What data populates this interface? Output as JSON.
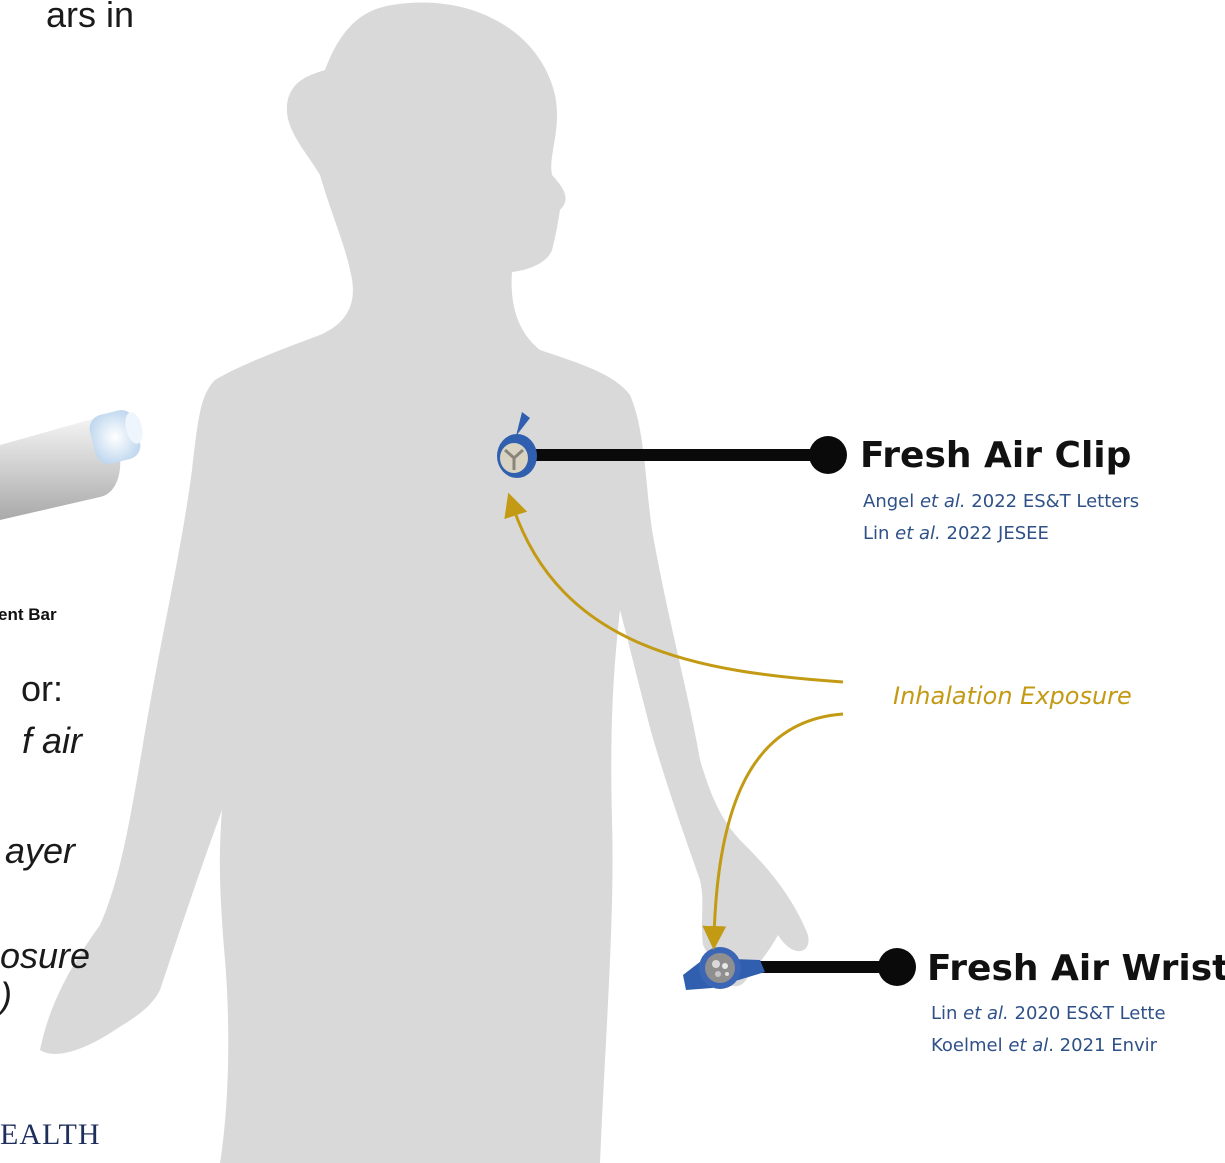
{
  "left_column": {
    "top_fragment": "ars in",
    "tube_label": "ent Bar",
    "line1": "or:",
    "line2": "f air",
    "line3": "ayer",
    "line4": "osure",
    "line5": ")",
    "brand_fragment": "EALTH"
  },
  "devices": [
    {
      "name": "Fresh Air Clip",
      "citations": [
        {
          "author": "Angel",
          "etal": "et al.",
          "rest": " 2022 ES&T Letters"
        },
        {
          "author": "Lin",
          "etal": "et al.",
          "rest": " 2022 JESEE"
        }
      ]
    },
    {
      "name": "Fresh Air Wristb",
      "citations": [
        {
          "author": "Lin",
          "etal": "et al.",
          "rest": " 2020 ES&T Lette"
        },
        {
          "author": "Koelmel",
          "etal": "et al",
          "rest": ". 2021 Envir"
        }
      ]
    }
  ],
  "annotation": "Inhalation Exposure",
  "colors": {
    "silhouette": "#d9d9d9",
    "connector": "#0a0a0a",
    "arrow": "#c39a14",
    "citation": "#2f5187",
    "device_blue": "#2f5fae"
  }
}
